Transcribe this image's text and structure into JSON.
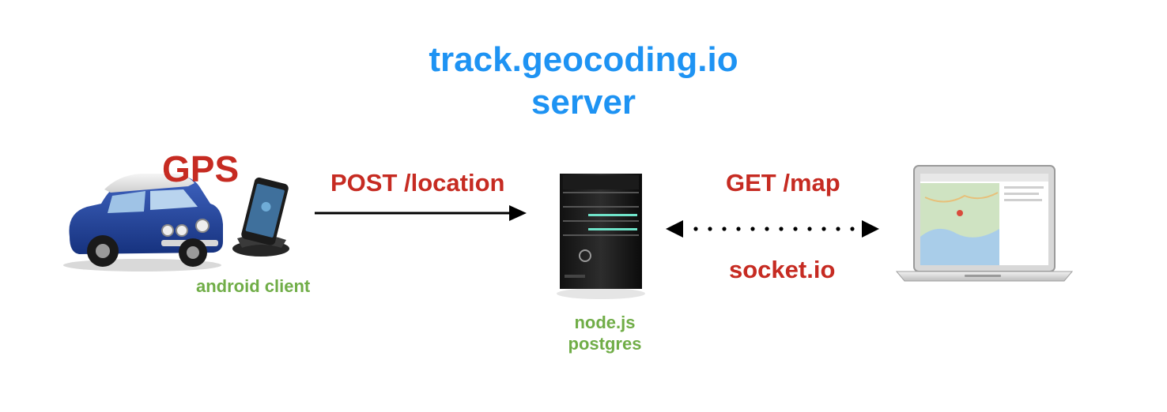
{
  "header": {
    "title_line1": "track.geocoding.io",
    "title_line2": "server"
  },
  "client": {
    "gps_label": "GPS",
    "caption": "android client"
  },
  "upload_link": {
    "label": "POST /location"
  },
  "server": {
    "caption_line1": "node.js",
    "caption_line2": "postgres"
  },
  "browser_link": {
    "label_top": "GET /map",
    "label_bottom": "socket.io"
  },
  "colors": {
    "title": "#1e93f3",
    "link_label": "#c62b22",
    "caption": "#70ad47"
  },
  "icons": [
    "car-icon",
    "smartphone-icon",
    "server-tower-icon",
    "laptop-icon",
    "arrow-right",
    "dotted-double-arrow"
  ]
}
